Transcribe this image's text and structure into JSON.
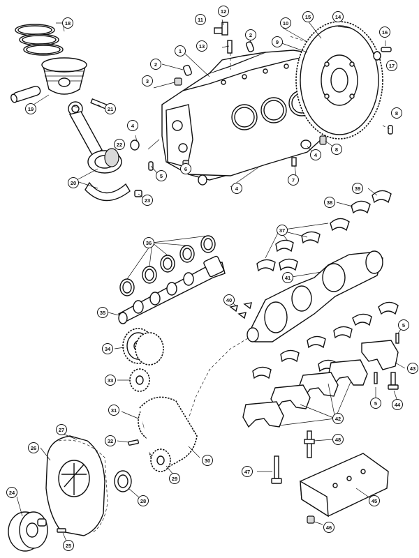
{
  "diagram": {
    "parts": [
      {
        "id": "block",
        "callouts": [
          "1"
        ]
      },
      {
        "id": "dowel-pin",
        "callouts": [
          "2",
          "2"
        ]
      },
      {
        "id": "oil-gallery-plug",
        "callouts": [
          "3"
        ]
      },
      {
        "id": "expansion-plug",
        "callouts": [
          "4",
          "4",
          "4"
        ]
      },
      {
        "id": "pin-5",
        "callouts": [
          "5",
          "5",
          "5"
        ]
      },
      {
        "id": "plug-6",
        "callouts": [
          "6"
        ]
      },
      {
        "id": "fitting-7",
        "callouts": [
          "7"
        ]
      },
      {
        "id": "drain-8",
        "callouts": [
          "8",
          "8"
        ]
      },
      {
        "id": "bolt-9",
        "callouts": [
          "9"
        ]
      },
      {
        "id": "pin-10",
        "callouts": [
          "10"
        ]
      },
      {
        "id": "fitting-11",
        "callouts": [
          "11"
        ]
      },
      {
        "id": "fitting-12",
        "callouts": [
          "12"
        ]
      },
      {
        "id": "stud-13",
        "callouts": [
          "13"
        ]
      },
      {
        "id": "flywheel",
        "callouts": [
          "14"
        ]
      },
      {
        "id": "ring-gear",
        "callouts": [
          "15"
        ]
      },
      {
        "id": "flywheel-bolt",
        "callouts": [
          "16"
        ]
      },
      {
        "id": "washer-17",
        "callouts": [
          "17"
        ]
      },
      {
        "id": "piston-rings",
        "callouts": [
          "18"
        ]
      },
      {
        "id": "piston",
        "callouts": [
          "19"
        ]
      },
      {
        "id": "connecting-rod",
        "callouts": [
          "20"
        ]
      },
      {
        "id": "rod-bolt",
        "callouts": [
          "21"
        ]
      },
      {
        "id": "rod-bearing",
        "callouts": [
          "22"
        ]
      },
      {
        "id": "rod-nut",
        "callouts": [
          "23"
        ]
      },
      {
        "id": "damper",
        "callouts": [
          "24"
        ]
      },
      {
        "id": "damper-bolt",
        "callouts": [
          "25"
        ]
      },
      {
        "id": "timing-cover",
        "callouts": [
          "26"
        ]
      },
      {
        "id": "cover-gasket",
        "callouts": [
          "27"
        ]
      },
      {
        "id": "oil-seal",
        "callouts": [
          "28"
        ]
      },
      {
        "id": "crank-sprocket",
        "callouts": [
          "29"
        ]
      },
      {
        "id": "timing-chain",
        "callouts": [
          "30"
        ]
      },
      {
        "id": "cam-sprocket",
        "callouts": [
          "31"
        ]
      },
      {
        "id": "sprocket-bolt",
        "callouts": [
          "32"
        ]
      },
      {
        "id": "small-gear",
        "callouts": [
          "33"
        ]
      },
      {
        "id": "large-gear",
        "callouts": [
          "34"
        ]
      },
      {
        "id": "camshaft",
        "callouts": [
          "35"
        ]
      },
      {
        "id": "cam-bearings",
        "callouts": [
          "36"
        ]
      },
      {
        "id": "main-bearings-upper",
        "callouts": [
          "37"
        ]
      },
      {
        "id": "thrust-bearing",
        "callouts": [
          "38"
        ]
      },
      {
        "id": "bearing-39",
        "callouts": [
          "39"
        ]
      },
      {
        "id": "key-40",
        "callouts": [
          "40"
        ]
      },
      {
        "id": "crankshaft",
        "callouts": [
          "41"
        ]
      },
      {
        "id": "main-caps",
        "callouts": [
          "42"
        ]
      },
      {
        "id": "rear-main-cap",
        "callouts": [
          "43"
        ]
      },
      {
        "id": "cap-bolt",
        "callouts": [
          "44"
        ]
      },
      {
        "id": "bracket",
        "callouts": [
          "45"
        ]
      },
      {
        "id": "nut-46",
        "callouts": [
          "46"
        ]
      },
      {
        "id": "bolt-47",
        "callouts": [
          "47"
        ]
      },
      {
        "id": "stud-48",
        "callouts": [
          "48"
        ]
      }
    ]
  }
}
